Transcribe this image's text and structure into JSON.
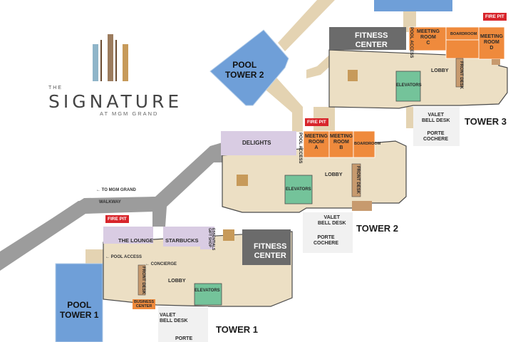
{
  "logo": {
    "the": "THE",
    "name": "SIGNATURE",
    "sub": "AT MGM GRAND",
    "bar_colors": [
      "#8fb5c9",
      "#9c7c5e",
      "#c79a5a"
    ]
  },
  "colors": {
    "path": "#e4d3b2",
    "walkway": "#9c9c9c",
    "floor": "#ecdfc4",
    "floor_line": "#4a4a4a",
    "pool": "#6f9fd8",
    "meeting": "#ef8a3c",
    "fitness": "#6b6b6b",
    "lounge": "#d9cce3",
    "elevators": "#74c39a",
    "fire_pit": "#d8252b",
    "front_desk": "#c79a6e",
    "porte": "#f1f1f1"
  },
  "tower1": {
    "name": "TOWER 1",
    "pool": "POOL\nTOWER 1",
    "fire_pit": "FIRE PIT",
    "lounge": "THE LOUNGE",
    "starbucks": "STARBUCKS",
    "gift": "ESSENTIALS\nGIFT SHOP",
    "fitness": "FITNESS\nCENTER",
    "pool_access": "POOL ACCESS",
    "concierge": "CONCIERGE",
    "front_desk": "FRONT DESK",
    "lobby": "LOBBY",
    "elevators": "ELEVATORS",
    "business": "BUSINESS\nCENTER",
    "valet": "VALET\nBELL DESK",
    "porte": "PORTE"
  },
  "walkway": {
    "to_mgm": "TO MGM GRAND",
    "label": "WALKWAY"
  },
  "tower2": {
    "name": "TOWER 2",
    "pool": "POOL\nTOWER 2",
    "fire_pit": "FIRE PIT",
    "delights": "DELIGHTS",
    "pool_access": "POOL ACCESS",
    "meeting_a": "MEETING\nROOM\nA",
    "meeting_b": "MEETING\nROOM\nB",
    "boardroom": "BOARDROOM",
    "lobby": "LOBBY",
    "elevators": "ELEVATORS",
    "front_desk": "FRONT DESK",
    "valet": "VALET\nBELL DESK",
    "porte": "PORTE\nCOCHERE"
  },
  "tower3": {
    "name": "TOWER 3",
    "fire_pit": "FIRE PIT",
    "fitness": "FITNESS\nCENTER",
    "pool_access": "POOL ACCESS",
    "meeting_c": "MEETING\nROOM\nC",
    "boardroom": "BOARDROOM",
    "meeting_d": "MEETING\nROOM\nD",
    "lobby": "LOBBY",
    "elevators": "ELEVATORS",
    "front_desk": "FRONT DESK",
    "valet": "VALET\nBELL DESK",
    "porte": "PORTE\nCOCHERE"
  }
}
